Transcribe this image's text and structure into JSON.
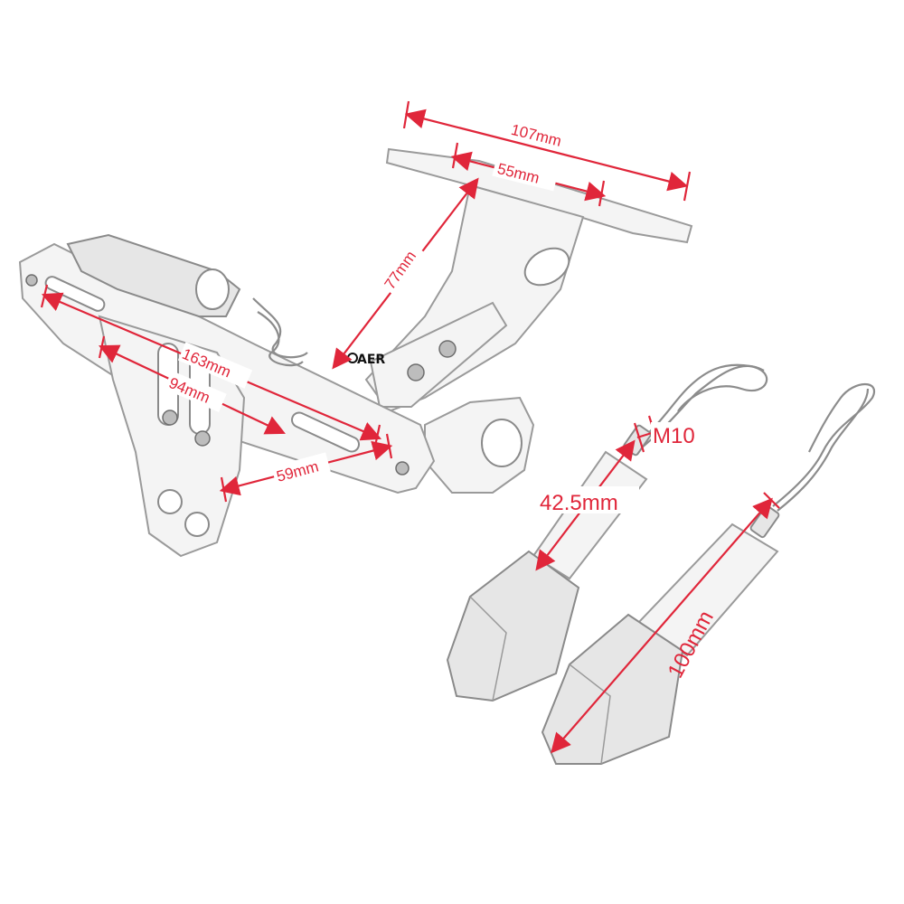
{
  "logo": {
    "text": "AER",
    "tagline": ""
  },
  "dimensions": {
    "plate_width": "107mm",
    "mount_width": "55mm",
    "arm_length": "77mm",
    "bracket_length": "163mm",
    "slot_spacing": "94mm",
    "hole_spacing": "59mm",
    "thread": "M10",
    "stem_length": "42.5mm",
    "indicator_length": "100mm"
  },
  "colors": {
    "dimension": "#e0263a",
    "outline": "#9a9a9a",
    "fill": "#f4f4f4"
  }
}
